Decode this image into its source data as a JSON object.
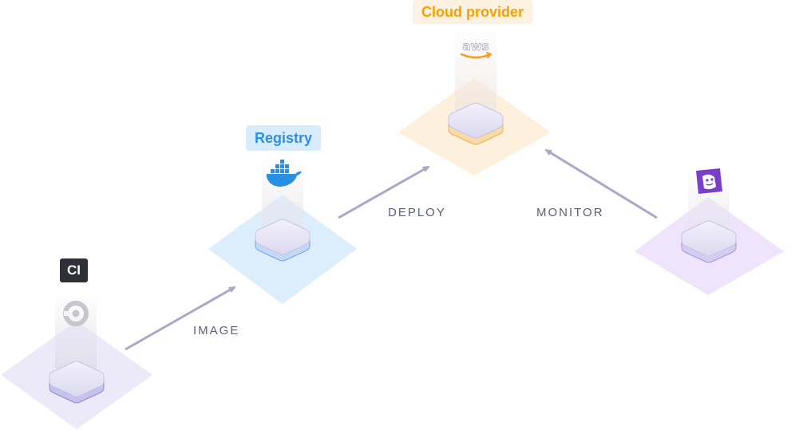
{
  "nodes": {
    "ci": {
      "label": "CI",
      "icon": "circleci-icon",
      "color": "#ece9f8"
    },
    "registry": {
      "label": "Registry",
      "icon": "docker-icon",
      "color": "#dcedfc"
    },
    "cloud": {
      "label": "Cloud provider",
      "icon": "aws-icon",
      "icon_text": "aws",
      "color": "#fdf0dc"
    },
    "monitor": {
      "icon": "datadog-icon",
      "color": "#efe4fb"
    }
  },
  "edges": {
    "image": "IMAGE",
    "deploy": "DEPLOY",
    "monitor": "MONITOR"
  },
  "colors": {
    "arrow": "#a9a8c6",
    "ci_tag": "#2f3038",
    "registry_tag_text": "#2e8fe6",
    "cloud_tag_text": "#f5a100",
    "docker_blue": "#2a8fe0",
    "aws_orange": "#f39b1c",
    "datadog_purple": "#7a3fc9"
  }
}
